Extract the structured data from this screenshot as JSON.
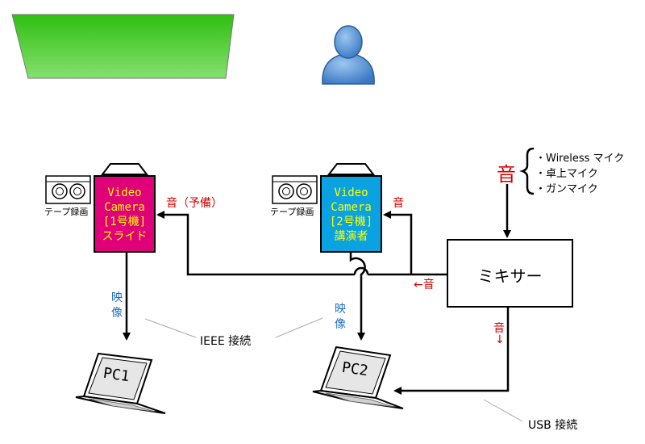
{
  "colors": {
    "screen_fill": "#2fbf10",
    "camera1_body": "#e0007a",
    "camera2_body": "#0aa2e0",
    "camera_text": "#ffff00",
    "sound_label": "#d40000",
    "video_label": "#1f6fc0",
    "person": "#4f8fd6"
  },
  "icons": {
    "screen": "projector-screen-icon",
    "speaker": "person-icon",
    "tape": "cassette-tape-icon",
    "pc": "laptop-icon"
  },
  "camera1": {
    "line1": "Video",
    "line2": "Camera",
    "line3": "[1号機]",
    "line4": "スライド",
    "tape_label": "テープ録画",
    "sound_in": "音（予備）",
    "video_out": [
      "映",
      "像"
    ]
  },
  "camera2": {
    "line1": "Video",
    "line2": "Camera",
    "line3": "[2号機]",
    "line4": "講演者",
    "tape_label": "テープ録画",
    "sound_in": "音",
    "video_out": [
      "映",
      "像"
    ]
  },
  "mixer": {
    "label": "ミキサー",
    "out_left": "←音",
    "out_down": [
      "音",
      "↓"
    ]
  },
  "sound_source": {
    "label": "音",
    "items": [
      "・Wireless マイク",
      "・卓上マイク",
      "・ガンマイク"
    ]
  },
  "pc1": {
    "label": "PC1"
  },
  "pc2": {
    "label": "PC2"
  },
  "connections": {
    "ieee": "IEEE 接続",
    "usb": "USB 接続"
  }
}
